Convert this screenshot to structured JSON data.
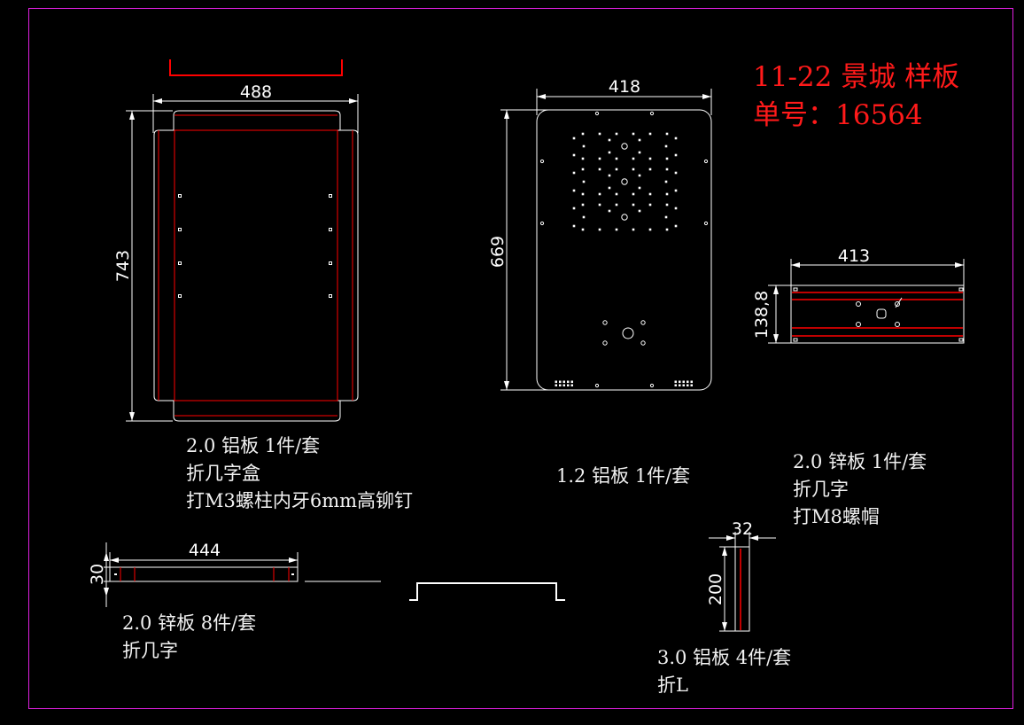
{
  "colors": {
    "frame": "#e020e0",
    "outline": "#ffffff",
    "bend_line": "#ff0000",
    "title": "#ff1a1a",
    "background": "#000000"
  },
  "title": {
    "line1": "11-22 景城 样板",
    "line2": "单号：16564"
  },
  "parts": [
    {
      "id": "box",
      "dims": {
        "width": "488",
        "height": "743"
      },
      "notes": [
        "2.0 铝板 1件/套",
        "折几字盒",
        "打M3螺柱内牙6mm高铆钉"
      ]
    },
    {
      "id": "front-panel",
      "dims": {
        "width": "418",
        "height": "669"
      },
      "notes": [
        "1.2 铝板 1件/套"
      ]
    },
    {
      "id": "bracket",
      "dims": {
        "width": "413",
        "height": "138,8"
      },
      "notes": [
        "2.0 锌板 1件/套",
        "折几字",
        "打M8螺帽"
      ]
    },
    {
      "id": "strip",
      "dims": {
        "width": "444",
        "height": "30"
      },
      "notes": [
        "2.0 锌板 8件/套",
        "折几字"
      ]
    },
    {
      "id": "angle",
      "dims": {
        "width": "32",
        "height": "200"
      },
      "notes": [
        "3.0 铝板 4件/套",
        "折L"
      ]
    }
  ]
}
